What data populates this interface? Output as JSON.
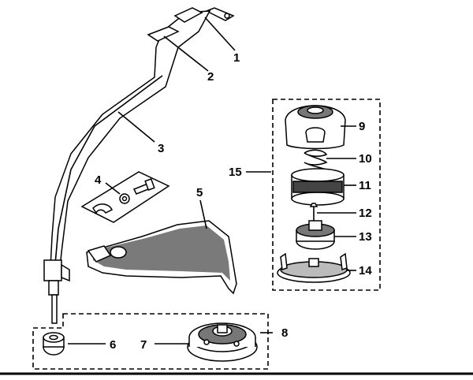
{
  "diagram": {
    "callouts": [
      {
        "id": "1",
        "label": "1"
      },
      {
        "id": "2",
        "label": "2"
      },
      {
        "id": "3",
        "label": "3"
      },
      {
        "id": "4",
        "label": "4"
      },
      {
        "id": "5",
        "label": "5"
      },
      {
        "id": "6",
        "label": "6"
      },
      {
        "id": "7",
        "label": "7"
      },
      {
        "id": "8",
        "label": "8"
      },
      {
        "id": "9",
        "label": "9"
      },
      {
        "id": "10",
        "label": "10"
      },
      {
        "id": "11",
        "label": "11"
      },
      {
        "id": "12",
        "label": "12"
      },
      {
        "id": "13",
        "label": "13"
      },
      {
        "id": "14",
        "label": "14"
      },
      {
        "id": "15",
        "label": "15"
      }
    ],
    "colors": {
      "ink": "#000000",
      "paper": "#ffffff",
      "shade": "#7a7a7a"
    }
  }
}
